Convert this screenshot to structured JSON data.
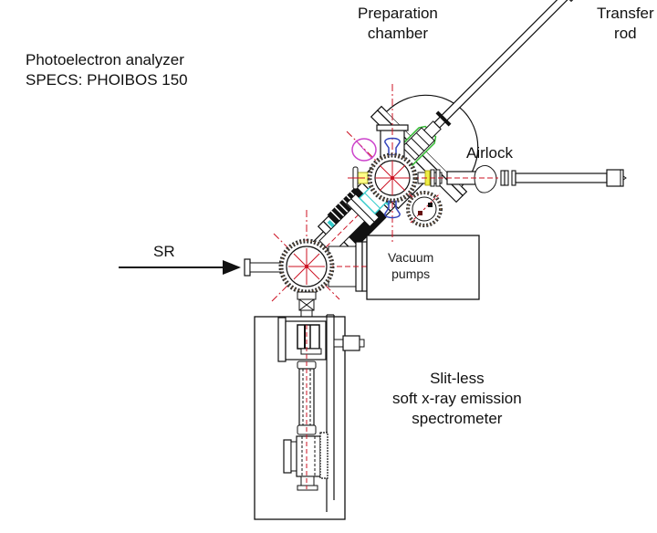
{
  "title": "Experimental setup schematic",
  "labels": {
    "analyzer": [
      "Photoelectron analyzer",
      "SPECS: PHOIBOS 150"
    ],
    "preparation_chamber": [
      "Preparation",
      "chamber"
    ],
    "transfer_rod": [
      "Transfer",
      "rod"
    ],
    "airlock": "Airlock",
    "synchrotron_radiation": "SR",
    "vacuum_pumps": [
      "Vacuum",
      "pumps"
    ],
    "spectrometer": [
      "Slit-less",
      "soft x-ray emission",
      "spectrometer"
    ]
  },
  "colors": {
    "line": "#111111",
    "axis": "#cc1122",
    "flange_cyan": "#33cccc",
    "valve_magenta": "#cc44cc",
    "valve_blue": "#3344bb",
    "valve_yellow": "#eeee44",
    "valve_green": "#33bb33",
    "bellows": "#111111"
  }
}
